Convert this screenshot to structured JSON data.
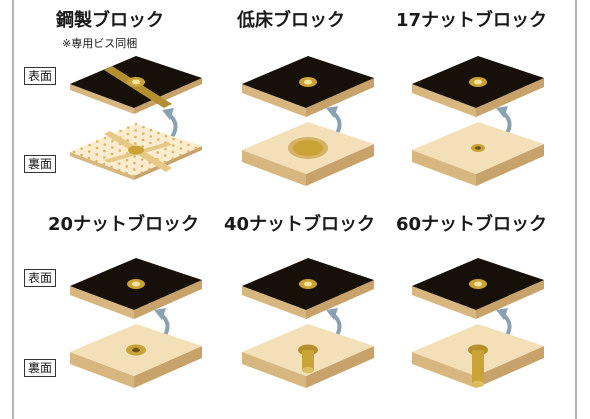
{
  "blocks": [
    {
      "id": "steel",
      "title": "鋼製ブロック",
      "note": "※専用ビス同梱",
      "bottom": "perforated"
    },
    {
      "id": "low-floor",
      "title": "低床ブロック",
      "bottom": "recess"
    },
    {
      "id": "nut17",
      "title": "17ナットブロック",
      "bottom": "nut-small"
    },
    {
      "id": "nut20",
      "title": "20ナットブロック",
      "bottom": "nut-flat"
    },
    {
      "id": "nut40",
      "title": "40ナットブロック",
      "bottom": "nut-medium"
    },
    {
      "id": "nut60",
      "title": "60ナットブロック",
      "bottom": "nut-tall"
    }
  ],
  "labels": {
    "front": "表面",
    "back": "裏面"
  },
  "colors": {
    "top_face": "#161008",
    "wood_front": "#d7b67f",
    "wood_side": "#c7a26a",
    "wood_top": "#f3dfb8",
    "brass": "#c9a336",
    "arrow": "#8aa1b1",
    "frame": "#b5b5b5"
  },
  "icons": [
    "flip-arrow-icon",
    "brass-nut-icon"
  ]
}
